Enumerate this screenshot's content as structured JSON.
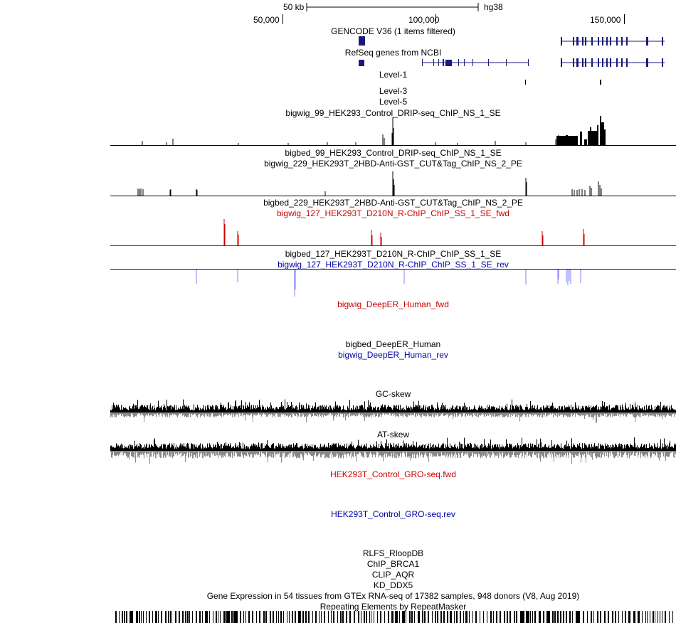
{
  "genome": "hg38",
  "scale_label": "50 kb",
  "ruler": [
    "50,000",
    "100,000",
    "150,000"
  ],
  "tracks": {
    "gencode": "GENCODE V36 (1 items filtered)",
    "refseq": "RefSeq genes from NCBI",
    "level1": "Level-1",
    "level3": "Level-3",
    "level5": "Level-5",
    "bigwig_99": "bigwig_99_HEK293_Control_DRIP-seq_ChIP_NS_1_SE",
    "bigbed_99": "bigbed_99_HEK293_Control_DRIP-seq_ChIP_NS_1_SE",
    "bigwig_229": "bigwig_229_HEK293T_2HBD-Anti-GST_CUT&Tag_ChIP_NS_2_PE",
    "bigbed_229": "bigbed_229_HEK293T_2HBD-Anti-GST_CUT&Tag_ChIP_NS_2_PE",
    "bigwig_127_fwd": "bigwig_127_HEK293T_D210N_R-ChIP_ChIP_SS_1_SE_fwd",
    "bigbed_127": "bigbed_127_HEK293T_D210N_R-ChIP_ChIP_SS_1_SE",
    "bigwig_127_rev": "bigwig_127_HEK293T_D210N_R-ChIP_ChIP_SS_1_SE_rev",
    "deeper_fwd": "bigwig_DeepER_Human_fwd",
    "deeper_bed": "bigbed_DeepER_Human",
    "deeper_rev": "bigwig_DeepER_Human_rev",
    "gc_skew": "GC-skew",
    "at_skew": "AT-skew",
    "gro_fwd": "HEK293T_Control_GRO-seq.fwd",
    "gro_rev": "HEK293T_Control_GRO-seq.rev",
    "rlfs": "RLFS_RloopDB",
    "chip_brca1": "ChIP_BRCA1",
    "clip_aqr": "CLIP_AQR",
    "kd_ddx5": "KD_DDX5",
    "gtex": "Gene Expression in 54 tissues from GTEx RNA-seq of 17382 samples, 948 donors (V8, Aug 2019)",
    "repeatmasker": "Repeating Elements by RepeatMasker"
  },
  "colors": {
    "gene": "#1a1a7a",
    "fwd": "#cc0000",
    "rev": "#0000aa",
    "rev_signal": "#8080ff",
    "signal": "#000000",
    "skew_neg": "#888888"
  }
}
